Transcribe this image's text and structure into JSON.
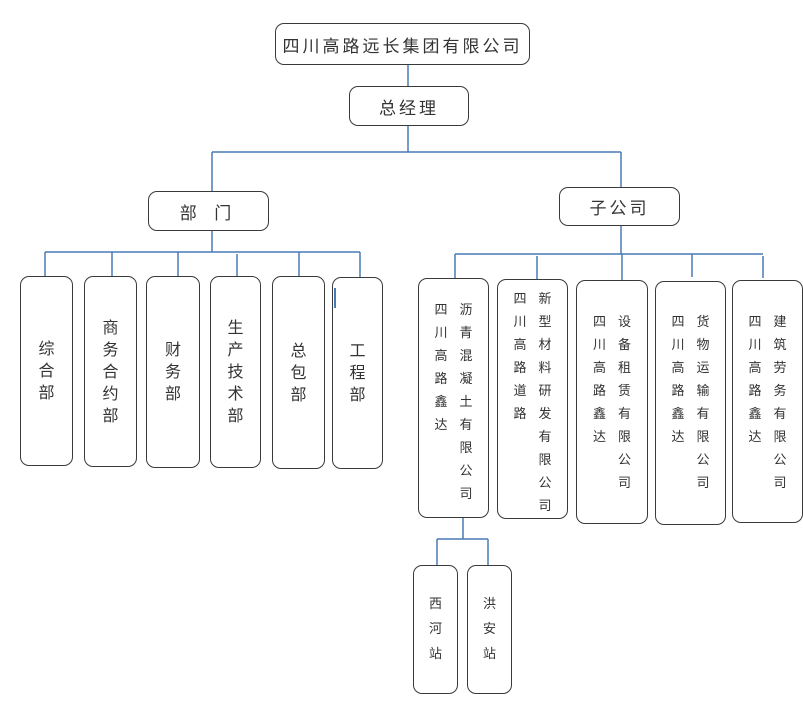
{
  "chart_data": {
    "type": "org-chart",
    "root": {
      "label": "四川高路远长集团有限公司",
      "children": [
        {
          "label": "总经理",
          "children": [
            {
              "label": "部 门",
              "children": [
                {
                  "label": "综合部"
                },
                {
                  "label": "商务合约部"
                },
                {
                  "label": "财务部"
                },
                {
                  "label": "生产技术部"
                },
                {
                  "label": "总包部"
                },
                {
                  "label": "工程部"
                }
              ]
            },
            {
              "label": "子公司",
              "children": [
                {
                  "label": "四川高路鑫达沥青混凝土有限公司",
                  "children": [
                    {
                      "label": "西河站"
                    },
                    {
                      "label": "洪安站"
                    }
                  ]
                },
                {
                  "label": "四川高路道路新型材料研发有限公司"
                },
                {
                  "label": "四川高路鑫达设备租赁有限公司"
                },
                {
                  "label": "四川高路鑫达货物运输有限公司"
                },
                {
                  "label": "四川高路鑫达建筑劳务有限公司"
                }
              ]
            }
          ]
        }
      ]
    }
  },
  "top": {
    "label": "四川高路远长集团有限公司"
  },
  "gm": {
    "label": "总经理"
  },
  "dept_header": {
    "label": "部 门"
  },
  "sub_header": {
    "label": "子公司"
  },
  "departments": [
    "综合部",
    "商务合约部",
    "财务部",
    "生产技术部",
    "总包部",
    "工程部"
  ],
  "subsidiaries": [
    {
      "prefix": "四川高路鑫达",
      "name": "沥青混凝土有限公司"
    },
    {
      "prefix": "四川高路道路",
      "name": "新型材料研发有限公司"
    },
    {
      "prefix": "四川高路鑫达",
      "name": "设备租赁有限公司"
    },
    {
      "prefix": "四川高路鑫达",
      "name": "货物运输有限公司"
    },
    {
      "prefix": "四川高路鑫达",
      "name": "建筑劳务有限公司"
    }
  ],
  "stations": [
    "西河站",
    "洪安站"
  ],
  "colors": {
    "connector": "#4a7ab5",
    "border": "#3a3a3a",
    "text": "#333333"
  }
}
